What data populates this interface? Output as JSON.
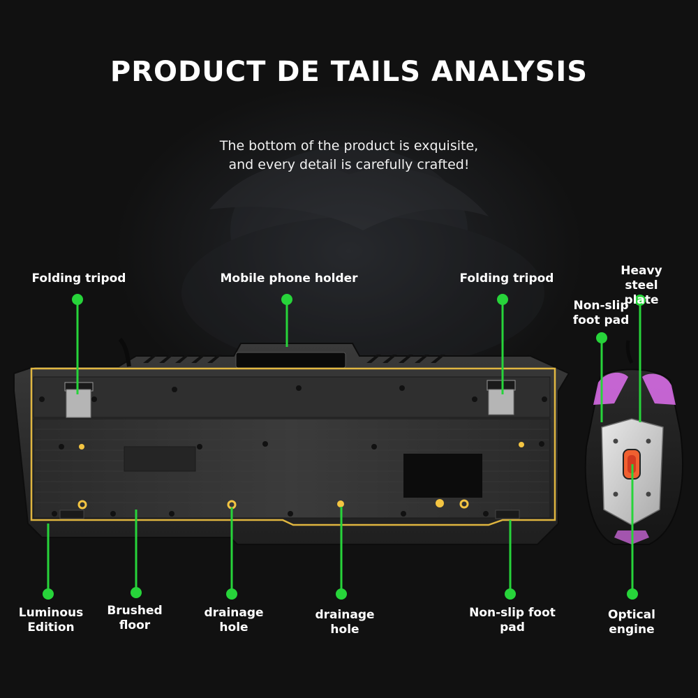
{
  "header": {
    "title": "PRODUCT DE TAILS ANALYSIS",
    "subtitle_line1": "The bottom of the product is exquisite,",
    "subtitle_line2": "and every detail is carefully crafted!"
  },
  "callouts": {
    "folding_tripod_left": "Folding tripod",
    "mobile_phone_holder": "Mobile phone holder",
    "folding_tripod_right": "Folding tripod",
    "heavy_steel_plate": "Heavy steel\nplate",
    "non_slip_foot_pad_mouse": "Non-slip\nfoot pad",
    "luminous_edition": "Luminous\nEdition",
    "brushed_floor": "Brushed\nfloor",
    "drainage_hole_1": "drainage\nhole",
    "drainage_hole_2": "drainage\nhole",
    "non_slip_foot_pad_keyboard": "Non-slip foot\npad",
    "optical_engine": "Optical\nengine"
  },
  "colors": {
    "callout_green": "#27d43a",
    "glow_gold": "#f4c542",
    "mouse_glow": "#e070f0",
    "text": "#ffffff"
  }
}
